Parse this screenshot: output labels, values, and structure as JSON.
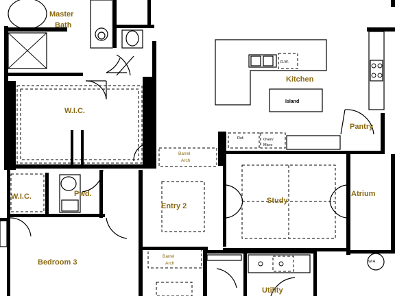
{
  "rooms": {
    "master_bath_line1": "Master",
    "master_bath_line2": "Bath",
    "wic_top": "W.I.C.",
    "kitchen": "Kitchen",
    "island": "Island",
    "pantry": "Pantry",
    "barrel_arch_top_line1": "Barrel",
    "barrel_arch_top_line2": "Arch",
    "ref": "Ref.",
    "oven_line1": "Oven/",
    "oven_line2": "Micro",
    "dw": "D.W.",
    "wic_left": "W.I.C.",
    "pwd": "Pwd.",
    "entry2": "Entry 2",
    "study": "Study",
    "atrium": "Atrium",
    "bedroom3": "Bedroom 3",
    "barrel_arch_bottom_line1": "Barrel",
    "barrel_arch_bottom_line2": "Arch",
    "utility": "Utility",
    "wh": "W.H."
  },
  "colors": {
    "label": "#8a6a12",
    "walls": "#000000",
    "background": "#ffffff"
  }
}
